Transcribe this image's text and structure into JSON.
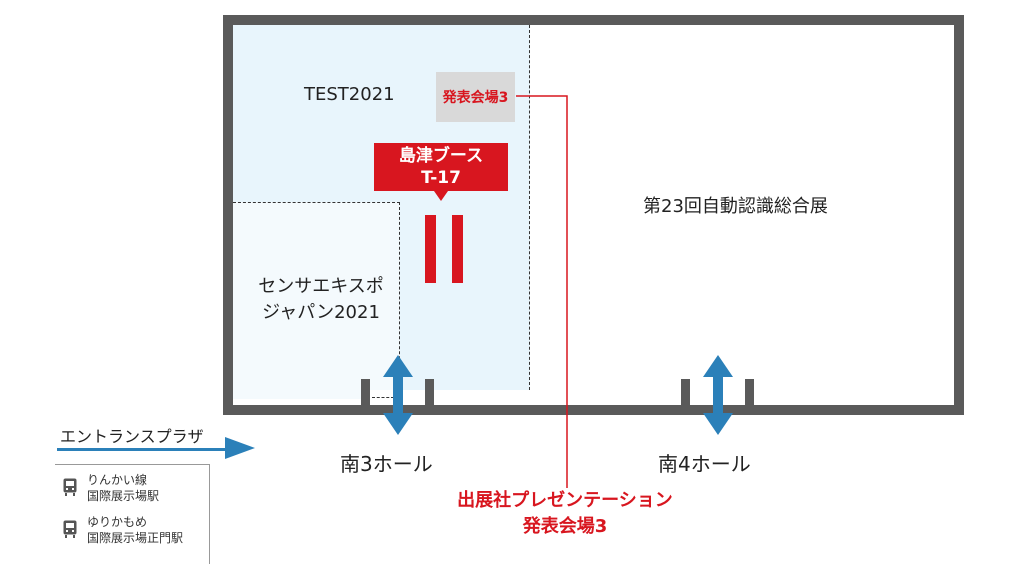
{
  "zones": {
    "test": "TEST2021",
    "sensor_line1": "センサエキスポ",
    "sensor_line2": "ジャパン2021",
    "auto_id": "第23回自動認識総合展"
  },
  "stage_box_label": "発表会場3",
  "booth": {
    "line1": "島津ブース",
    "line2": "T-17"
  },
  "halls": {
    "south3": "南3ホール",
    "south4": "南4ホール"
  },
  "entrance_label": "エントランスプラザ",
  "stations": [
    {
      "line": "りんかい線",
      "name": "国際展示場駅",
      "icon": "train-icon"
    },
    {
      "line": "ゆりかもめ",
      "name": "国際展示場正門駅",
      "icon": "train-icon"
    }
  ],
  "footnote": {
    "line1": "出展社プレゼンテーション",
    "line2": "発表会場3"
  },
  "colors": {
    "wall": "#5a5a5a",
    "accent_red": "#d8161f",
    "arrow_blue": "#2b80b9",
    "zone_test_bg": "#e8f5fc",
    "zone_sensor_bg": "#f4fafd",
    "stage_box_bg": "#d9d9d9"
  }
}
